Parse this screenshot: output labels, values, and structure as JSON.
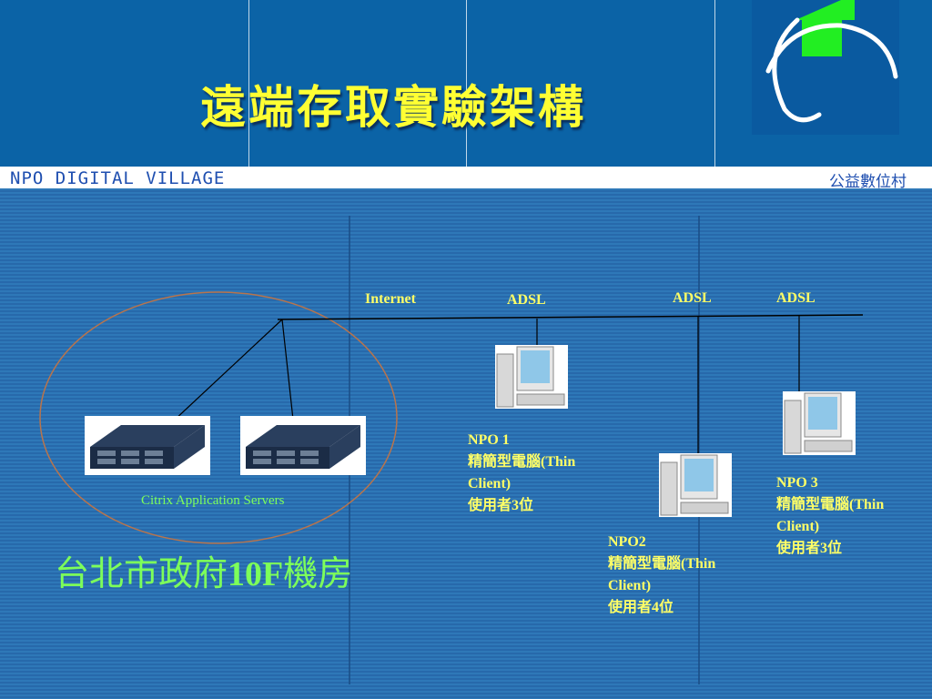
{
  "header": {
    "title": "遠端存取實驗架構"
  },
  "band": {
    "left_text": "NPO DIGITAL VILLAGE",
    "right_text": "公益數位村"
  },
  "network": {
    "internet_label": "Internet",
    "adsl_labels": [
      "ADSL",
      "ADSL",
      "ADSL"
    ]
  },
  "servers": {
    "label": "Citrix Application Servers"
  },
  "room": {
    "label_prefix": "台北市政府",
    "label_bold": "10F",
    "label_suffix": "機房"
  },
  "npos": [
    {
      "name": "NPO 1",
      "device": "精簡型電腦(Thin",
      "device2": "Client)",
      "users": "使用者3位"
    },
    {
      "name": "NPO2",
      "device": "精簡型電腦(Thin",
      "device2": "Client)",
      "users": "使用者4位"
    },
    {
      "name": "NPO 3",
      "device": "精簡型電腦(Thin",
      "device2": "Client)",
      "users": "使用者3位"
    }
  ],
  "colors": {
    "title": "#ffff33",
    "green_text": "#7dff5a",
    "label_yellow": "#ffff66",
    "band_text": "#1f4fb0",
    "logo_house": "#22ee22"
  }
}
